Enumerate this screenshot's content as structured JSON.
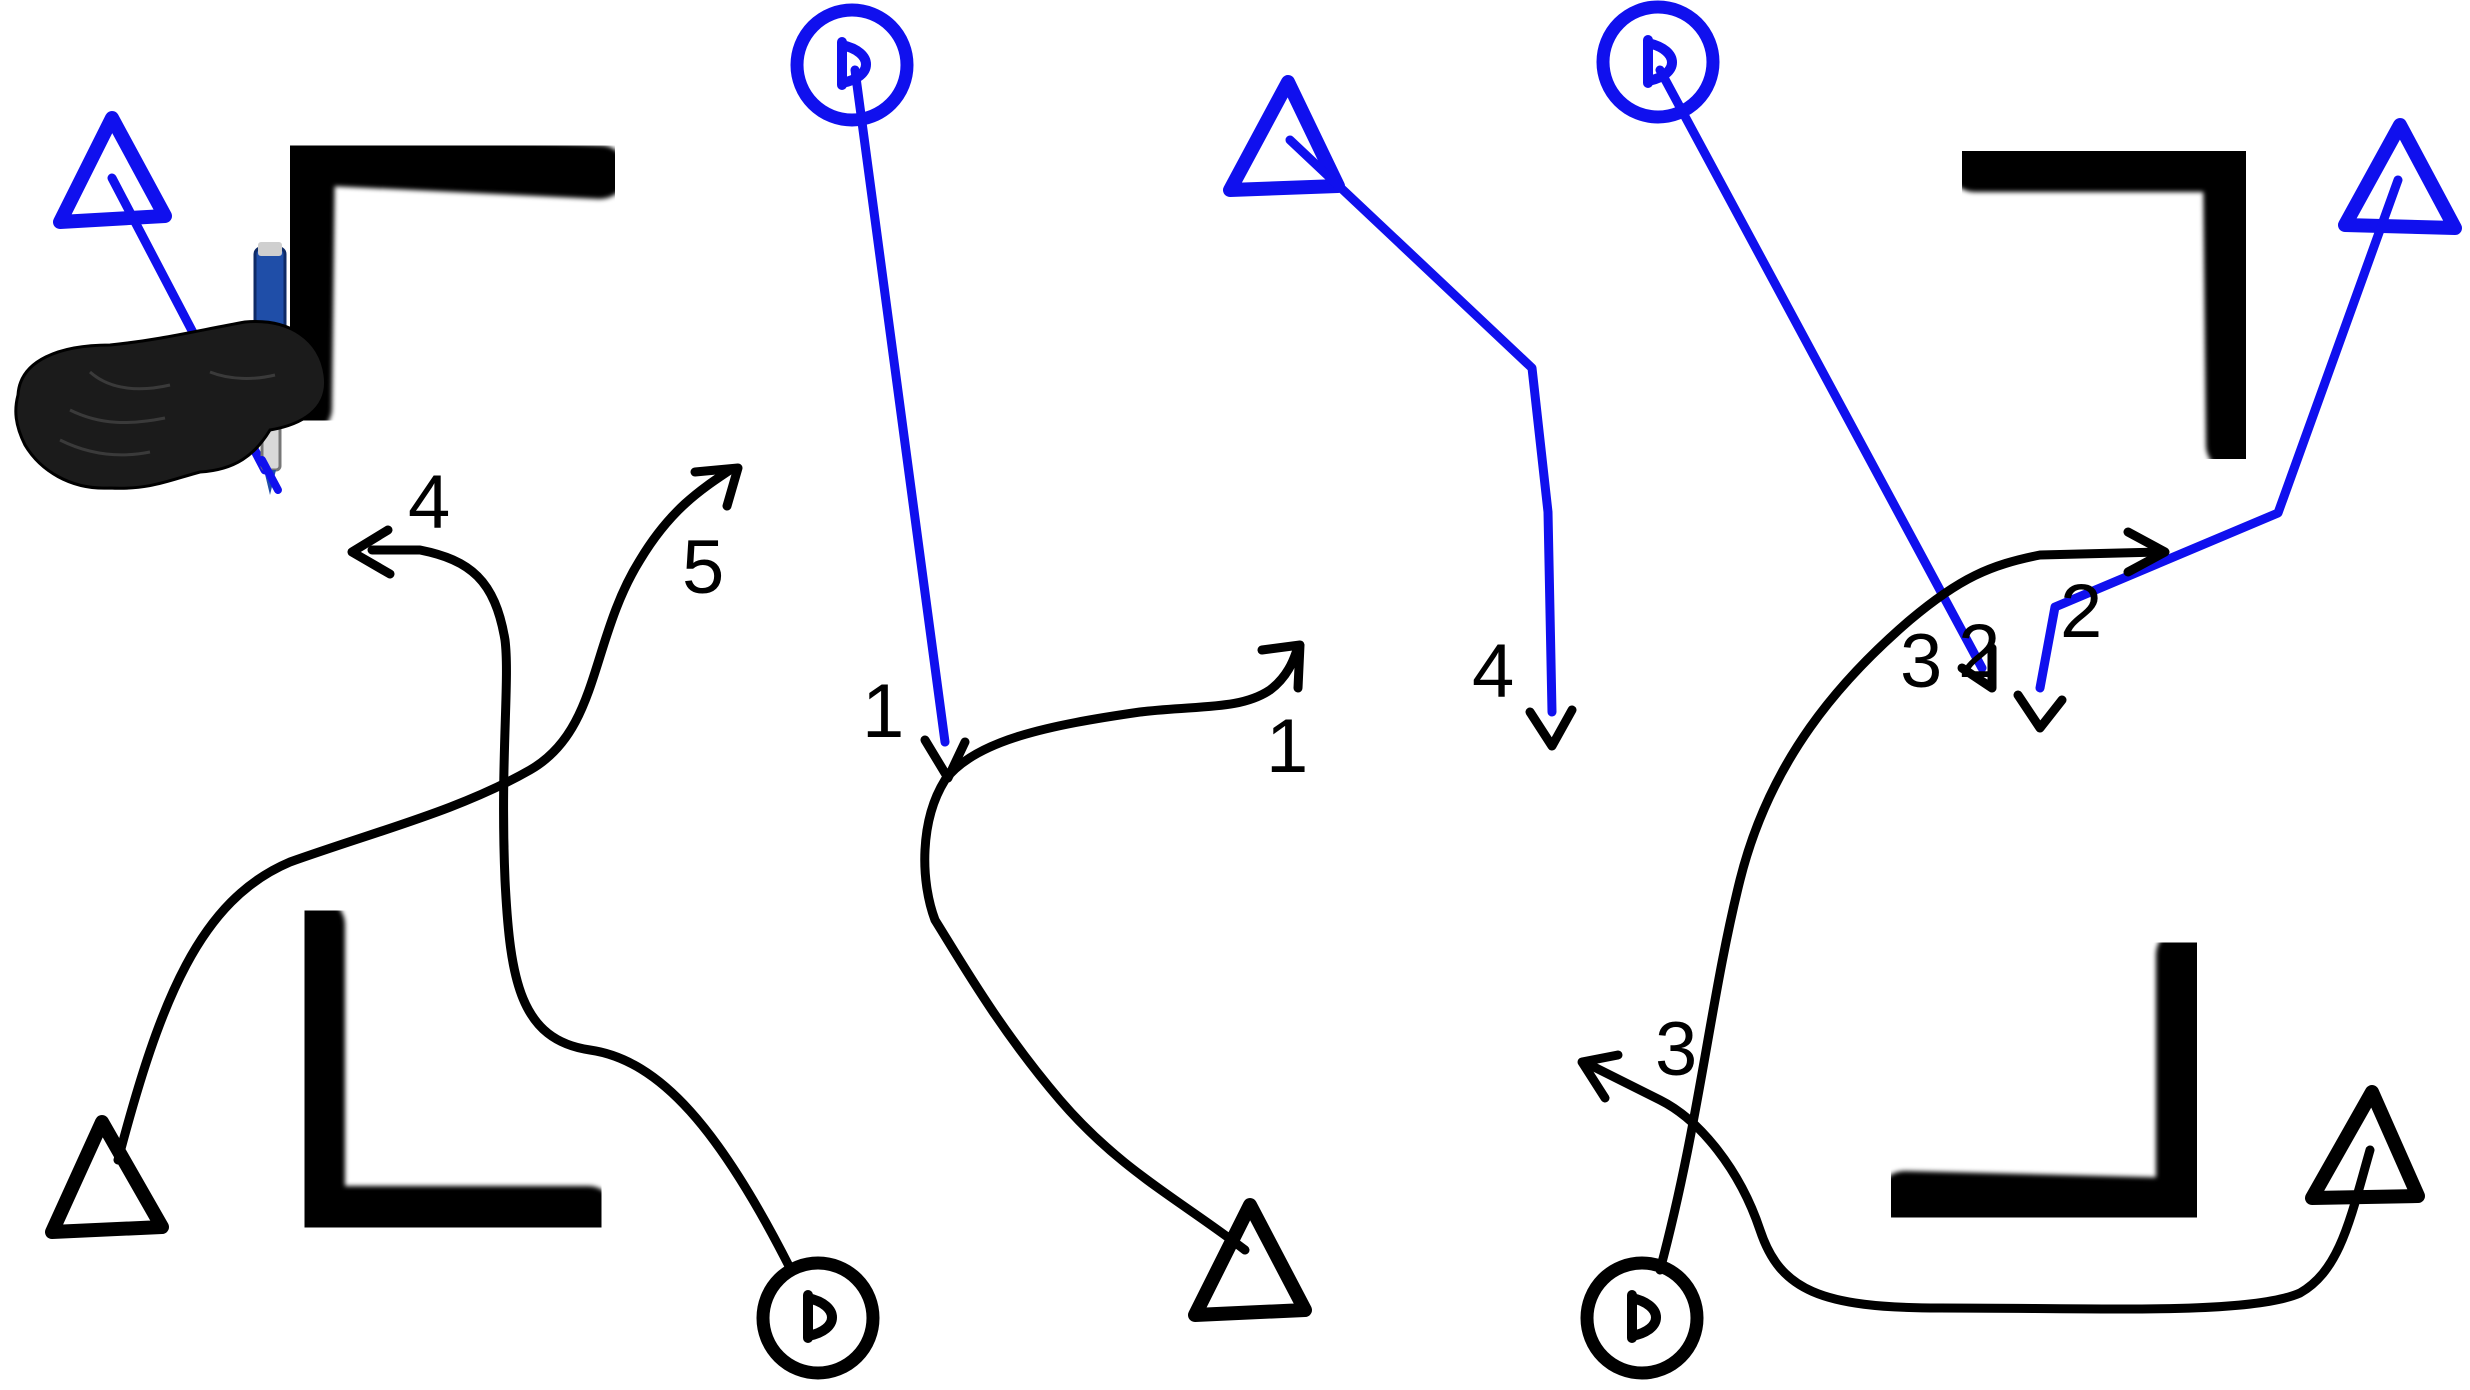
{
  "colors": {
    "background": "#ffffff",
    "wall": "#000000",
    "black_ink": "#000000",
    "blue_ink": "#1010ee"
  },
  "icons": {
    "triangle": "triangle-icon",
    "ball_circle": "ball-circle-icon",
    "gloved_hand_with_marker": "gloved-hand-marker-icon"
  },
  "labels": {
    "p1_run_4": "4",
    "p1_run_5": "5",
    "p2_blue_1": "1",
    "p2_black_1": "1",
    "p2_blue_4": "4",
    "p3_black_3a": "3",
    "p3_blue_2a": "2",
    "p3_blue_2b": "2",
    "p3_black_3b": "3"
  }
}
